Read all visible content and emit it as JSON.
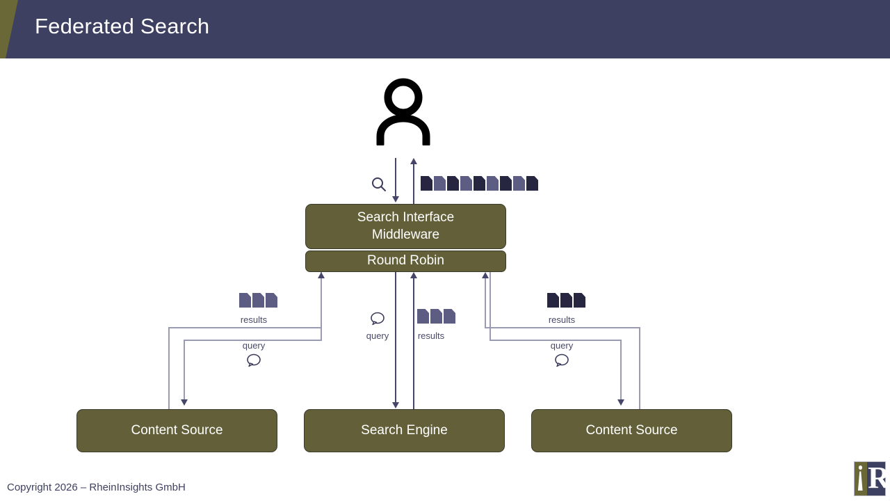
{
  "header": {
    "title": "Federated Search",
    "bg_color": "#3e4061",
    "stripe_color": "#6b6838"
  },
  "footer": {
    "copyright": "Copyright 2026 – RheinInsights GmbH",
    "logo": {
      "name": "rheininsights-logo",
      "left_letter": "i",
      "right_letter": "R"
    }
  },
  "diagram": {
    "type": "flow",
    "accent_box_color": "#625f39",
    "connector_color": "#9a9ab0",
    "arrow_color": "#46466a",
    "actor": {
      "name": "user",
      "icon": "person-icon"
    },
    "nodes": [
      {
        "id": "middleware",
        "label_line1": "Search Interface",
        "label_line2": "Middleware"
      },
      {
        "id": "round-robin",
        "label": "Round Robin"
      },
      {
        "id": "content-source-left",
        "label": "Content Source"
      },
      {
        "id": "search-engine",
        "label": "Search Engine"
      },
      {
        "id": "content-source-right",
        "label": "Content Source"
      }
    ],
    "top_flow": {
      "query_icon": "search-icon",
      "results_icon_count": 9
    },
    "edges": [
      {
        "from": "middleware",
        "to": "content-source-left",
        "label": "query",
        "icon": "chat-bubble-icon",
        "direction": "down"
      },
      {
        "from": "content-source-left",
        "to": "middleware",
        "label": "results",
        "icon": "document-icon",
        "icon_count": 3,
        "direction": "up"
      },
      {
        "from": "middleware",
        "to": "search-engine",
        "label": "query",
        "icon": "chat-bubble-icon",
        "direction": "down"
      },
      {
        "from": "search-engine",
        "to": "middleware",
        "label": "results",
        "icon": "document-icon",
        "icon_count": 3,
        "direction": "up"
      },
      {
        "from": "middleware",
        "to": "content-source-right",
        "label": "query",
        "icon": "chat-bubble-icon",
        "direction": "down"
      },
      {
        "from": "content-source-right",
        "to": "middleware",
        "label": "results",
        "icon": "document-icon",
        "icon_count": 3,
        "direction": "up"
      }
    ],
    "labels": {
      "query": "query",
      "results": "results"
    }
  }
}
